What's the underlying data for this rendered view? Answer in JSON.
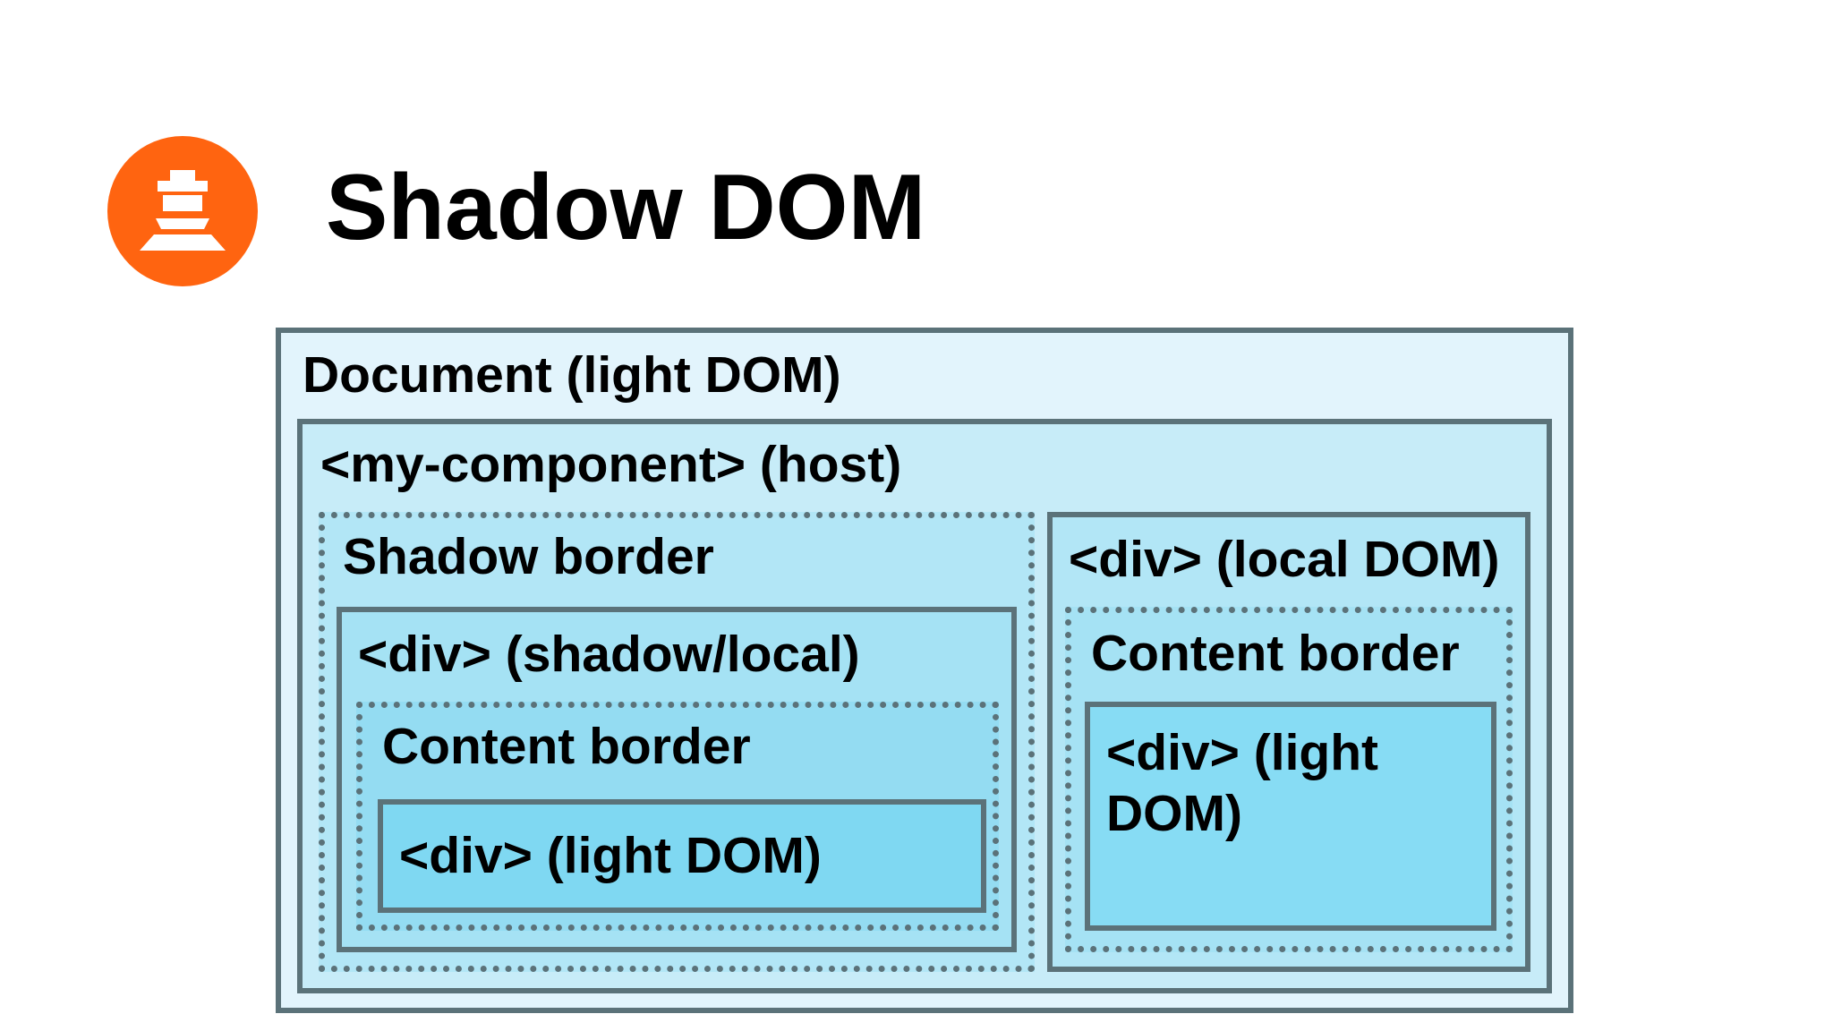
{
  "header": {
    "title": "Shadow DOM",
    "logo_icon": "polymer-logo-icon",
    "logo_color": "#ff6410"
  },
  "diagram": {
    "document_label": "Document (light DOM)",
    "host_label": "<my-component> (host)",
    "shadow_border_label": "Shadow border",
    "shadow_div_label": "<div> (shadow/local)",
    "shadow_content_border_label": "Content border",
    "shadow_light_div_label": "<div> (light DOM)",
    "local_div_label": "<div> (local DOM)",
    "local_content_border_label": "Content border",
    "local_light_div_line1": "<div> (light",
    "local_light_div_line2": "DOM)",
    "border_color": "#5b7279"
  }
}
